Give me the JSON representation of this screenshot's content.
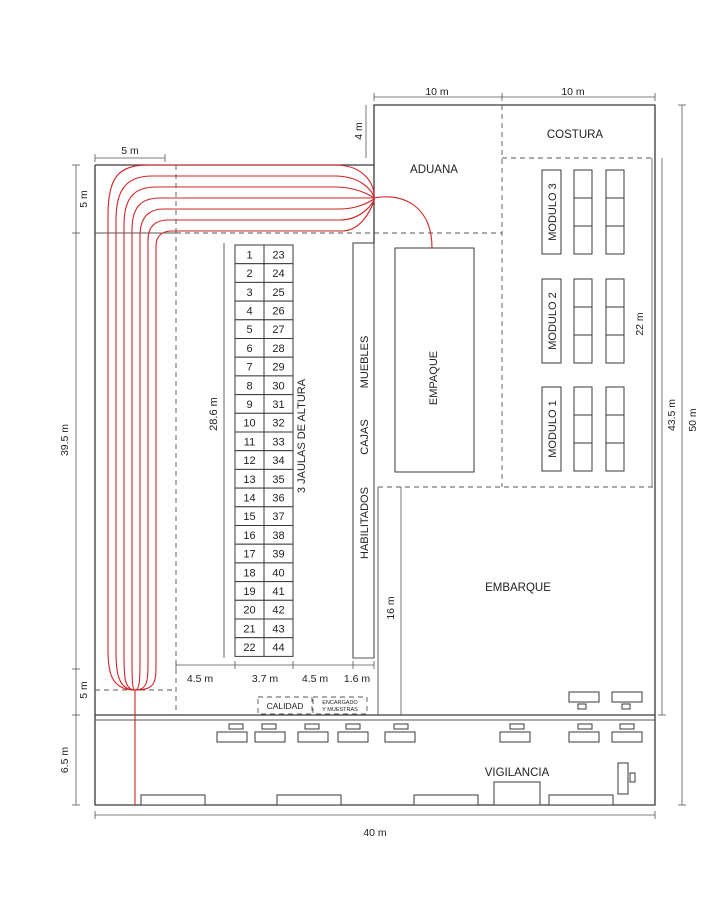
{
  "dimensions": {
    "top_left": "10 m",
    "top_right": "10 m",
    "aduana_height": "4 m",
    "corner_width": "5 m",
    "corner_height": "5 m",
    "left_height": "39.5 m",
    "bottom_corner": "5 m",
    "vigilancia_height": "6.5 m",
    "total_width": "40 m",
    "right_inner": "43.5 m",
    "right_total": "50 m",
    "modulos_height": "22 m",
    "embarque_height": "16 m",
    "cages_height": "28.6 m",
    "aisle_1": "4.5 m",
    "cage_width": "3.7 m",
    "aisle_2": "4.5 m",
    "shelf_width": "1.6 m"
  },
  "areas": {
    "aduana": "ADUANA",
    "costura": "COSTURA",
    "empaque": "EMPAQUE",
    "embarque": "EMBARQUE",
    "vigilancia": "VIGILANCIA",
    "calidad": "CALIDAD",
    "encargado": [
      "ENCARGADO",
      "Y MUESTRAS"
    ],
    "muebles": "MUEBLES",
    "cajas": "CAJAS",
    "habilitados": "HABILITADOS",
    "jaulas": "3 JAULAS DE ALTURA"
  },
  "modulos": [
    "MODULO 3",
    "MODULO 2",
    "MODULO 1"
  ],
  "cages": {
    "left": [
      "1",
      "2",
      "3",
      "4",
      "5",
      "6",
      "7",
      "8",
      "9",
      "10",
      "11",
      "12",
      "13",
      "14",
      "15",
      "16",
      "17",
      "18",
      "19",
      "20",
      "21",
      "22"
    ],
    "right": [
      "23",
      "24",
      "25",
      "26",
      "27",
      "28",
      "29",
      "30",
      "31",
      "32",
      "33",
      "34",
      "35",
      "36",
      "37",
      "38",
      "39",
      "40",
      "41",
      "42",
      "43",
      "44"
    ]
  }
}
